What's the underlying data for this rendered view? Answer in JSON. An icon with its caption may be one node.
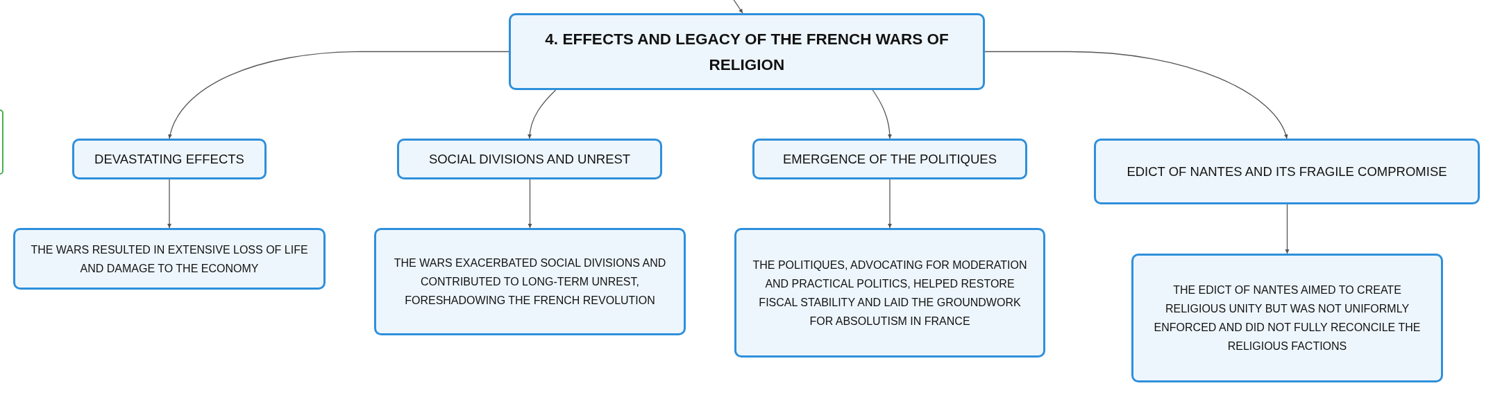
{
  "diagram": {
    "nodes": [
      {
        "text": [
          "4. EFFECTS AND LEGACY OF THE FRENCH WARS OF RELIGION"
        ]
      },
      {
        "text": [],
        "shape": "box"
      },
      {
        "text": [
          "DEVASTATING EFFECTS"
        ]
      },
      {
        "text": [
          "SOCIAL DIVISIONS AND UNREST"
        ]
      },
      {
        "text": [
          "EMERGENCE OF THE POLITIQUES"
        ]
      },
      {
        "text": [
          "EDICT OF NANTES AND ITS FRAGILE COMPROMISE"
        ]
      },
      {
        "text": [
          "THE WARS RESULTED IN EXTENSIVE LOSS OF LIFE AND DAMAGE TO THE ECONOMY"
        ]
      },
      {
        "text": [
          "THE WARS EXACERBATED SOCIAL DIVISIONS AND CONTRIBUTED TO LONG-TERM UNREST, FORESHADOWING THE FRENCH REVOLUTION"
        ]
      },
      {
        "text": [
          "THE POLITIQUES, ADVOCATING FOR MODERATION AND PRACTICAL POLITICS, HELPED RESTORE FISCAL STABILITY AND LAID THE GROUNDWORK FOR ABSOLUTISM IN FRANCE"
        ]
      },
      {
        "text": [
          "THE EDICT OF NANTES AIMED TO CREATE RELIGIOUS UNITY BUT WAS NOT UNIFORMLY ENFORCED AND DID NOT FULLY RECONCILE THE RELIGIOUS FACTIONS"
        ]
      }
    ],
    "edges": [
      {
        "from": null,
        "to": 0,
        "arrow": "to"
      },
      {
        "from": 0,
        "to": 2,
        "arrow": "to"
      },
      {
        "from": 0,
        "to": 3,
        "arrow": "to"
      },
      {
        "from": 0,
        "to": 4,
        "arrow": "to"
      },
      {
        "from": 0,
        "to": 5,
        "arrow": "to"
      },
      {
        "from": 2,
        "to": 6,
        "arrow": "to"
      },
      {
        "from": 3,
        "to": 7,
        "arrow": "to"
      },
      {
        "from": 4,
        "to": 8,
        "arrow": "to"
      },
      {
        "from": 5,
        "to": 9,
        "arrow": "to"
      }
    ]
  }
}
